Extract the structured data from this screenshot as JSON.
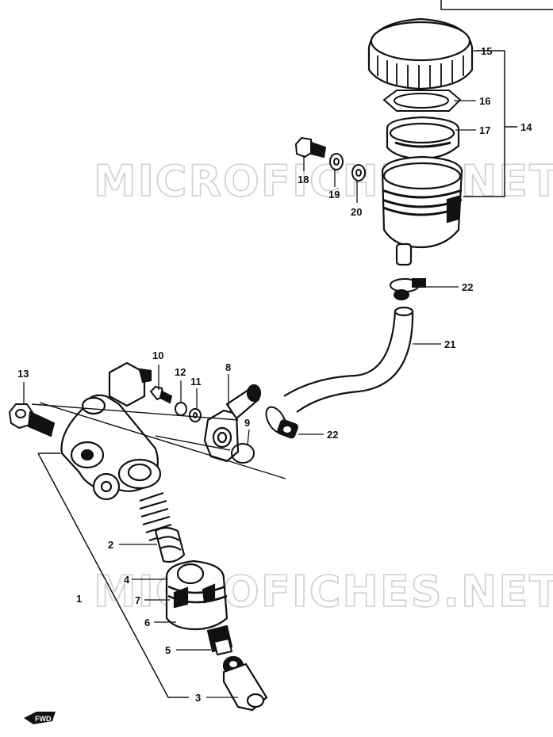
{
  "watermark": "MICROFICHES.NET",
  "fwd_label": "FWD",
  "callouts": {
    "c1": "1",
    "c2": "2",
    "c3": "3",
    "c4": "4",
    "c5": "5",
    "c6": "6",
    "c7": "7",
    "c8": "8",
    "c9": "9",
    "c10": "10",
    "c11": "11",
    "c12": "12",
    "c13": "13",
    "c14": "14",
    "c15": "15",
    "c16": "16",
    "c17": "17",
    "c18": "18",
    "c19": "19",
    "c20": "20",
    "c21": "21",
    "c22a": "22",
    "c22b": "22"
  }
}
